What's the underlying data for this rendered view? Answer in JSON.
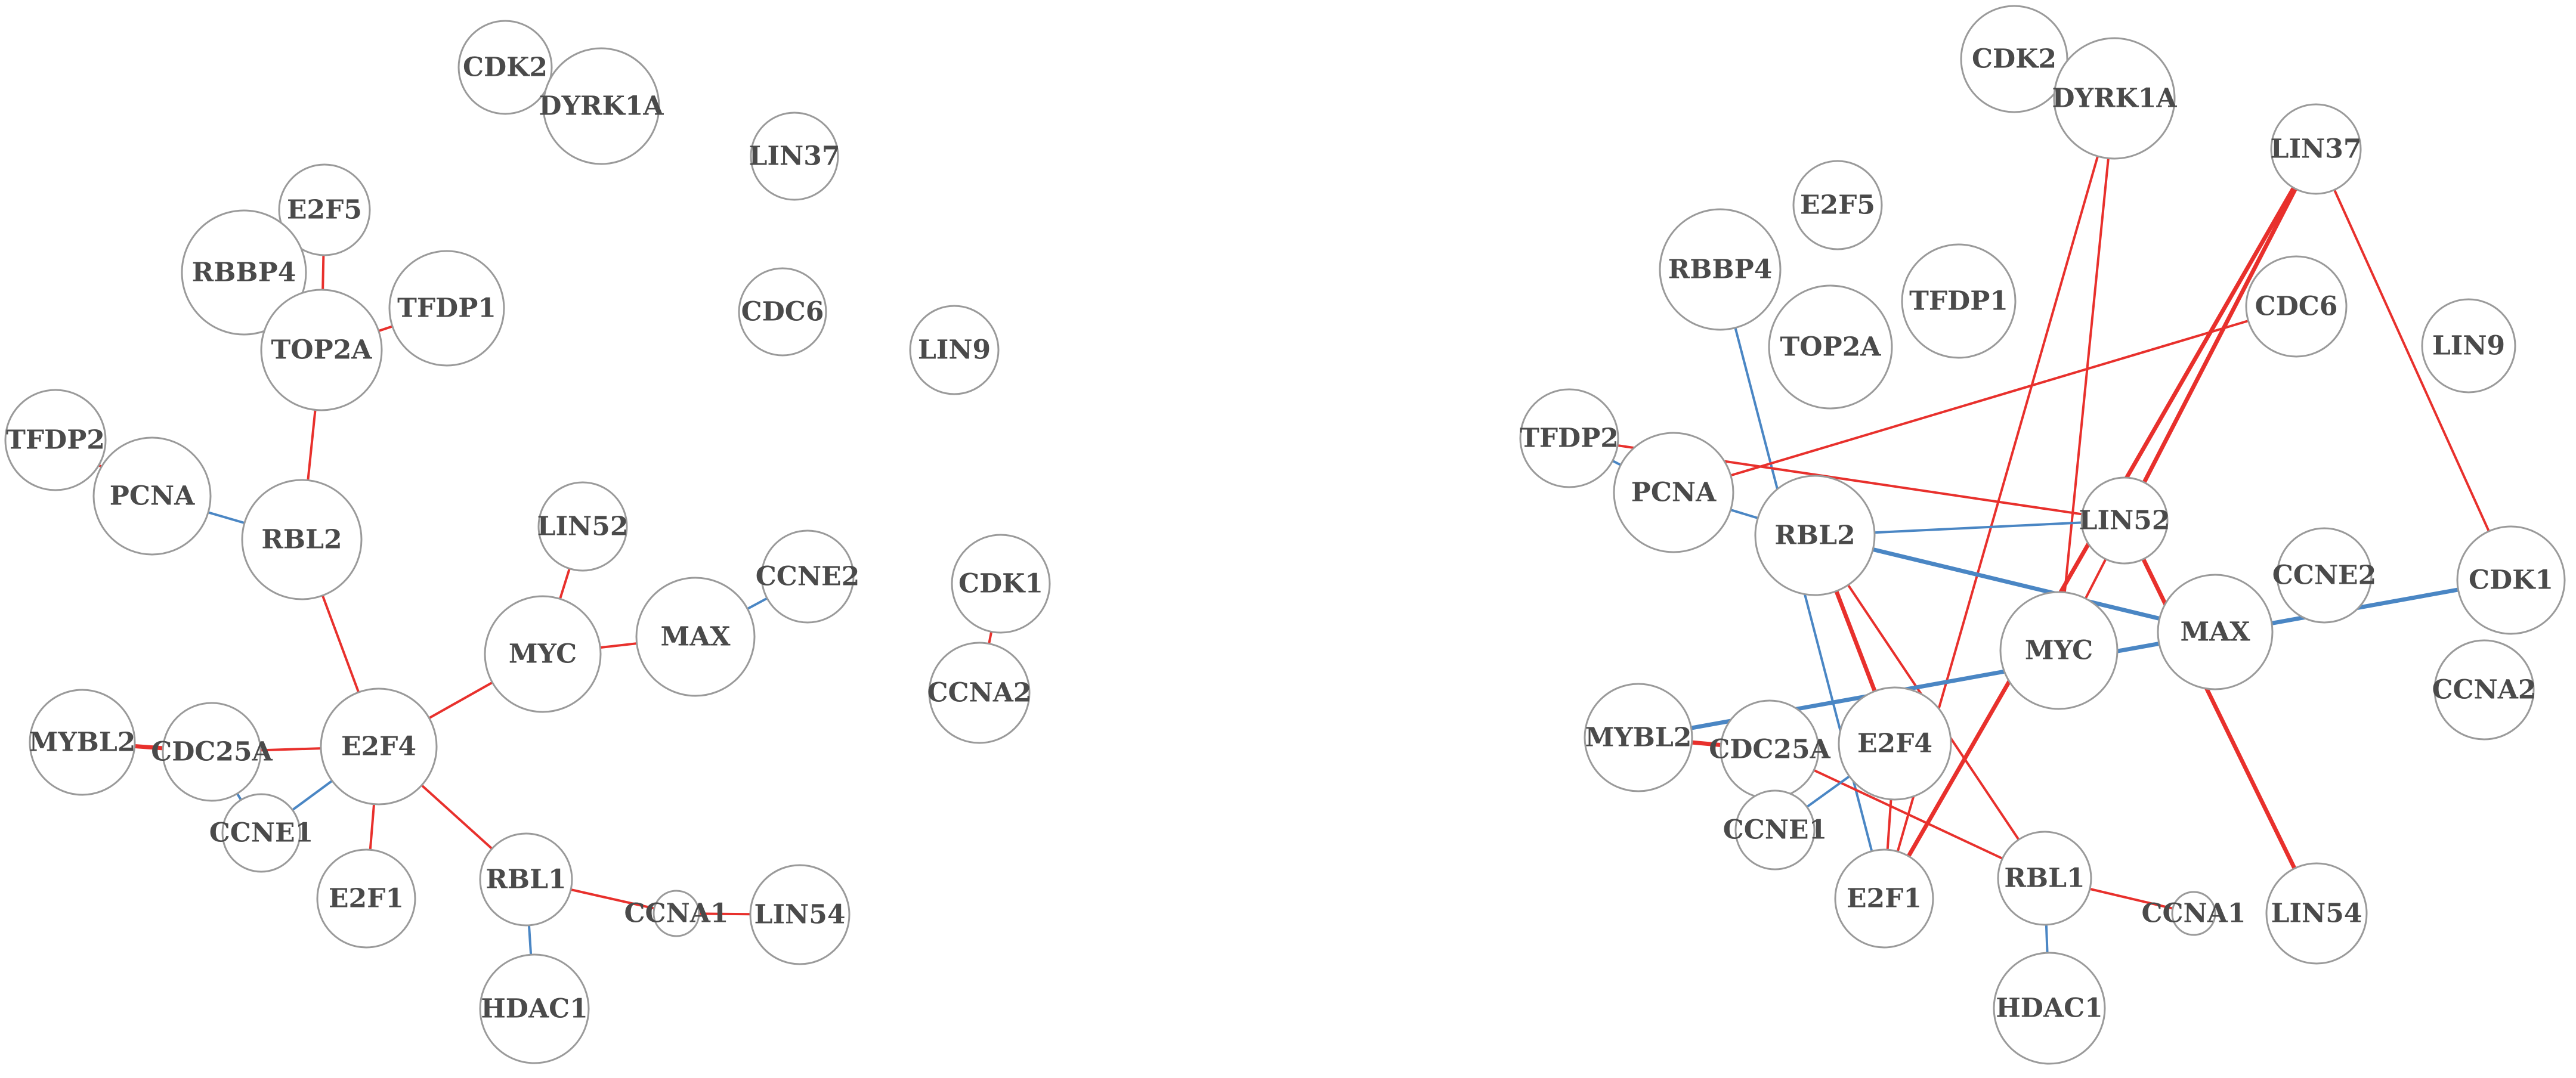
{
  "colors": {
    "positive": "#e8302c",
    "negative": "#4a86c4",
    "node_stroke": "#9a9a9a",
    "label": "#4a4a4a"
  },
  "networks": [
    {
      "id": "left",
      "nodes": [
        {
          "id": "CDK2",
          "label": "CDK2"
        },
        {
          "id": "DYRK1A",
          "label": "DYRK1A"
        },
        {
          "id": "LIN37",
          "label": "LIN37"
        },
        {
          "id": "E2F5",
          "label": "E2F5"
        },
        {
          "id": "RBBP4",
          "label": "RBBP4"
        },
        {
          "id": "TFDP1",
          "label": "TFDP1"
        },
        {
          "id": "TOP2A",
          "label": "TOP2A"
        },
        {
          "id": "CDC6",
          "label": "CDC6"
        },
        {
          "id": "LIN9",
          "label": "LIN9"
        },
        {
          "id": "TFDP2",
          "label": "TFDP2"
        },
        {
          "id": "PCNA",
          "label": "PCNA"
        },
        {
          "id": "RBL2",
          "label": "RBL2"
        },
        {
          "id": "LIN52",
          "label": "LIN52"
        },
        {
          "id": "CCNE2",
          "label": "CCNE2"
        },
        {
          "id": "CDK1",
          "label": "CDK1"
        },
        {
          "id": "MYC",
          "label": "MYC"
        },
        {
          "id": "MAX",
          "label": "MAX"
        },
        {
          "id": "CCNA2",
          "label": "CCNA2"
        },
        {
          "id": "MYBL2",
          "label": "MYBL2"
        },
        {
          "id": "CDC25A",
          "label": "CDC25A"
        },
        {
          "id": "E2F4",
          "label": "E2F4"
        },
        {
          "id": "CCNE1",
          "label": "CCNE1"
        },
        {
          "id": "E2F1",
          "label": "E2F1"
        },
        {
          "id": "RBL1",
          "label": "RBL1"
        },
        {
          "id": "CCNA1",
          "label": "CCNA1"
        },
        {
          "id": "LIN54",
          "label": "LIN54"
        },
        {
          "id": "HDAC1",
          "label": "HDAC1"
        }
      ],
      "edges": [
        {
          "source": "CDK2",
          "target": "DYRK1A",
          "sign": "negative"
        },
        {
          "source": "E2F5",
          "target": "TOP2A",
          "sign": "positive"
        },
        {
          "source": "RBBP4",
          "target": "TOP2A",
          "sign": "positive"
        },
        {
          "source": "TFDP1",
          "target": "TOP2A",
          "sign": "positive"
        },
        {
          "source": "TOP2A",
          "target": "RBL2",
          "sign": "positive"
        },
        {
          "source": "TFDP2",
          "target": "PCNA",
          "sign": "positive"
        },
        {
          "source": "PCNA",
          "target": "RBL2",
          "sign": "negative"
        },
        {
          "source": "RBL2",
          "target": "E2F4",
          "sign": "positive"
        },
        {
          "source": "LIN52",
          "target": "MYC",
          "sign": "positive"
        },
        {
          "source": "MYC",
          "target": "MAX",
          "sign": "positive"
        },
        {
          "source": "MAX",
          "target": "CCNE2",
          "sign": "negative"
        },
        {
          "source": "CDK1",
          "target": "CCNA2",
          "sign": "positive"
        },
        {
          "source": "E2F4",
          "target": "MYC",
          "sign": "positive"
        },
        {
          "source": "MYBL2",
          "target": "CDC25A",
          "sign": "positive"
        },
        {
          "source": "CDC25A",
          "target": "E2F4",
          "sign": "positive"
        },
        {
          "source": "CDC25A",
          "target": "CCNE1",
          "sign": "negative"
        },
        {
          "source": "CCNE1",
          "target": "E2F4",
          "sign": "negative"
        },
        {
          "source": "E2F4",
          "target": "E2F1",
          "sign": "positive"
        },
        {
          "source": "E2F4",
          "target": "RBL1",
          "sign": "positive"
        },
        {
          "source": "RBL1",
          "target": "CCNA1",
          "sign": "positive"
        },
        {
          "source": "CCNA1",
          "target": "LIN54",
          "sign": "positive"
        },
        {
          "source": "RBL1",
          "target": "HDAC1",
          "sign": "negative"
        }
      ]
    },
    {
      "id": "right",
      "nodes": [
        {
          "id": "CDK2",
          "label": "CDK2"
        },
        {
          "id": "DYRK1A",
          "label": "DYRK1A"
        },
        {
          "id": "LIN37",
          "label": "LIN37"
        },
        {
          "id": "E2F5",
          "label": "E2F5"
        },
        {
          "id": "RBBP4",
          "label": "RBBP4"
        },
        {
          "id": "TFDP1",
          "label": "TFDP1"
        },
        {
          "id": "TOP2A",
          "label": "TOP2A"
        },
        {
          "id": "CDC6",
          "label": "CDC6"
        },
        {
          "id": "LIN9",
          "label": "LIN9"
        },
        {
          "id": "TFDP2",
          "label": "TFDP2"
        },
        {
          "id": "PCNA",
          "label": "PCNA"
        },
        {
          "id": "RBL2",
          "label": "RBL2"
        },
        {
          "id": "LIN52",
          "label": "LIN52"
        },
        {
          "id": "CCNE2",
          "label": "CCNE2"
        },
        {
          "id": "CDK1",
          "label": "CDK1"
        },
        {
          "id": "MYC",
          "label": "MYC"
        },
        {
          "id": "MAX",
          "label": "MAX"
        },
        {
          "id": "CCNA2",
          "label": "CCNA2"
        },
        {
          "id": "MYBL2",
          "label": "MYBL2"
        },
        {
          "id": "CDC25A",
          "label": "CDC25A"
        },
        {
          "id": "E2F4",
          "label": "E2F4"
        },
        {
          "id": "CCNE1",
          "label": "CCNE1"
        },
        {
          "id": "E2F1",
          "label": "E2F1"
        },
        {
          "id": "RBL1",
          "label": "RBL1"
        },
        {
          "id": "CCNA1",
          "label": "CCNA1"
        },
        {
          "id": "LIN54",
          "label": "LIN54"
        },
        {
          "id": "HDAC1",
          "label": "HDAC1"
        }
      ],
      "edges": [
        {
          "source": "CDK2",
          "target": "DYRK1A",
          "sign": "negative"
        },
        {
          "source": "DYRK1A",
          "target": "E2F1",
          "sign": "positive"
        },
        {
          "source": "DYRK1A",
          "target": "MYC",
          "sign": "positive"
        },
        {
          "source": "LIN37",
          "target": "E2F1",
          "sign": "positive"
        },
        {
          "source": "LIN37",
          "target": "MYC",
          "sign": "positive"
        },
        {
          "source": "LIN37",
          "target": "LIN52",
          "sign": "positive"
        },
        {
          "source": "LIN37",
          "target": "CDK1",
          "sign": "positive"
        },
        {
          "source": "RBBP4",
          "target": "E2F1",
          "sign": "negative"
        },
        {
          "source": "CDC6",
          "target": "PCNA",
          "sign": "positive"
        },
        {
          "source": "TFDP2",
          "target": "PCNA",
          "sign": "negative"
        },
        {
          "source": "TFDP2",
          "target": "LIN52",
          "sign": "positive"
        },
        {
          "source": "PCNA",
          "target": "RBL2",
          "sign": "negative"
        },
        {
          "source": "RBL2",
          "target": "LIN52",
          "sign": "negative"
        },
        {
          "source": "RBL2",
          "target": "MAX",
          "sign": "negative"
        },
        {
          "source": "RBL2",
          "target": "E2F4",
          "sign": "positive"
        },
        {
          "source": "RBL2",
          "target": "RBL1",
          "sign": "positive"
        },
        {
          "source": "LIN52",
          "target": "LIN54",
          "sign": "positive"
        },
        {
          "source": "MYBL2",
          "target": "CDK1",
          "sign": "negative"
        },
        {
          "source": "MYBL2",
          "target": "CDC25A",
          "sign": "positive"
        },
        {
          "source": "CDC25A",
          "target": "CCNE1",
          "sign": "negative"
        },
        {
          "source": "CDC25A",
          "target": "RBL1",
          "sign": "positive"
        },
        {
          "source": "CCNE1",
          "target": "E2F4",
          "sign": "negative"
        },
        {
          "source": "E2F4",
          "target": "E2F1",
          "sign": "positive"
        },
        {
          "source": "RBL1",
          "target": "CCNA1",
          "sign": "positive"
        },
        {
          "source": "RBL1",
          "target": "HDAC1",
          "sign": "negative"
        }
      ]
    }
  ]
}
